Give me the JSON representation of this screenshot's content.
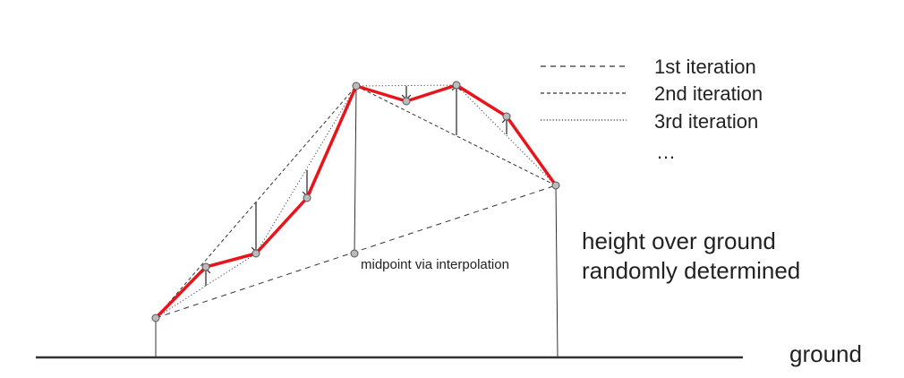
{
  "legend": {
    "items": [
      {
        "label": "1st iteration",
        "style": "dashed-long"
      },
      {
        "label": "2nd iteration",
        "style": "dashed-short"
      },
      {
        "label": "3rd iteration",
        "style": "dotted"
      }
    ],
    "more": "…"
  },
  "annotations": {
    "height_line1": "height over ground",
    "height_line2": "randomly determined",
    "midpoint": "midpoint via interpolation",
    "ground": "ground"
  },
  "colors": {
    "final_curve": "#e8141b",
    "construction": "#333333",
    "point_fill": "#bbbbbb"
  }
}
